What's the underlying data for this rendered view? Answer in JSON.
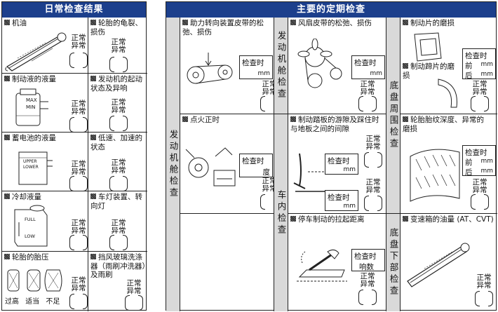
{
  "daily": {
    "title": "日常检查结果",
    "items": [
      {
        "label": "机油"
      },
      {
        "label": "轮胎的龟裂、损伤"
      },
      {
        "label": "制动液的液量"
      },
      {
        "label": "发动机的起动状态及异响"
      },
      {
        "label": "蓄电池的液量"
      },
      {
        "label": "低速、加速的状态"
      },
      {
        "label": "冷却液量"
      },
      {
        "label": "车灯装置、转向灯"
      },
      {
        "label": "轮胎的胎压"
      },
      {
        "label": "挡风玻璃洗涤器（雨刷冲洗器）及雨刷"
      }
    ],
    "status_normal": "正常",
    "status_abnormal": "异常",
    "tire_states": [
      "过高",
      "适当",
      "不足"
    ],
    "brake_fluid_marks": [
      "MAX",
      "MIN"
    ],
    "battery_marks": [
      "UPPER",
      "LOWER"
    ],
    "coolant_marks": [
      "FULL",
      "LOW"
    ]
  },
  "periodic": {
    "title": "主要的定期检查",
    "side_engine": "发动机舱检查",
    "side_engine_top": "发动机舱检查",
    "side_cabin": "车内检查",
    "side_chassis_top": "底盘周围检查",
    "side_chassis_bottom": "底盘下部检查",
    "items": {
      "belt": "助力转向装置皮带的松弛、损伤",
      "fan_belt": "风扇皮带的松弛、损伤",
      "brake_pad": "制动片的磨损",
      "brake_shoe": "制动蹄片的磨损",
      "ignition": "点火正时",
      "pedal": "制动踏板的游隙及踩住时与地板之间的间隙",
      "tread": "轮胎胎纹深度、异常的磨损",
      "parking": "停车制动的拉起距离",
      "gearbox": "变速箱的油量 (AT、CVT)"
    },
    "inspect_time": "检查时",
    "unit_mm": "mm",
    "unit_degree": "度",
    "unit_clicks": "响数",
    "front": "前",
    "rear": "后"
  }
}
